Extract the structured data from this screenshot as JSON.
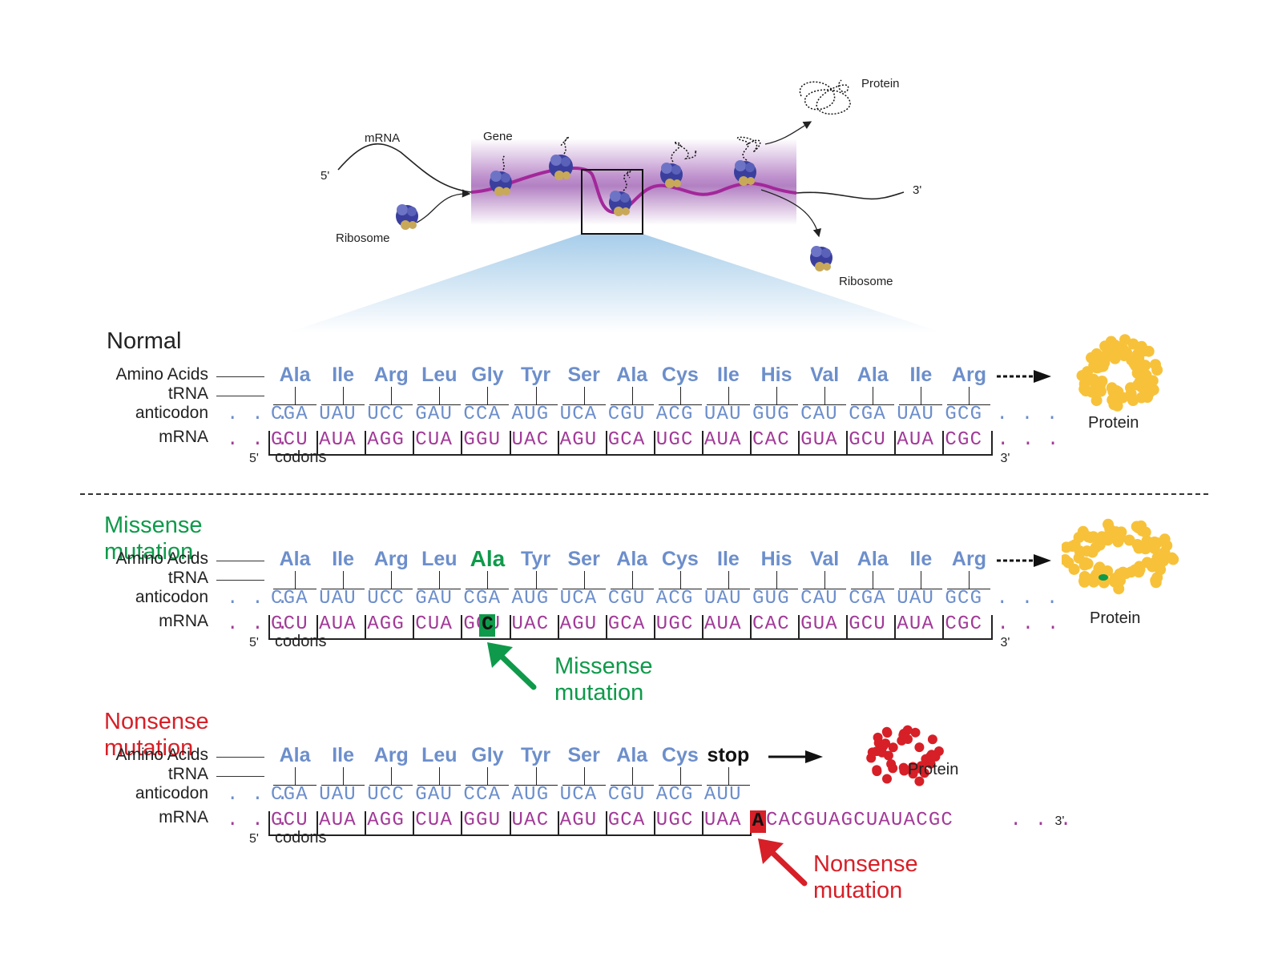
{
  "overview": {
    "labels": {
      "mrna": "mRNA",
      "gene": "Gene",
      "five_prime": "5'",
      "three_prime": "3'",
      "ribosome_in": "Ribosome",
      "ribosome_out": "Ribosome",
      "protein": "Protein"
    },
    "colors": {
      "mrna_strand": "#a3279a",
      "gene_band": "#a56ab8",
      "ribosome": "#3a3f9e",
      "zoom_cone": "#a7cdea"
    }
  },
  "row_labels": {
    "amino_acids": "Amino Acids",
    "trna": "tRNA",
    "anticodon": "anticodon",
    "mrna": "mRNA",
    "codons": "codons",
    "five_prime": "5'",
    "three_prime": "3'",
    "ellipsis": ". . ."
  },
  "sections": [
    {
      "id": "normal",
      "title": "Normal",
      "title_color": "#222222",
      "amino_acids": [
        "Ala",
        "Ile",
        "Arg",
        "Leu",
        "Gly",
        "Tyr",
        "Ser",
        "Ala",
        "Cys",
        "Ile",
        "His",
        "Val",
        "Ala",
        "Ile",
        "Arg"
      ],
      "anticodons": [
        "CGA",
        "UAU",
        "UCC",
        "GAU",
        "CCA",
        "AUG",
        "UCA",
        "CGU",
        "ACG",
        "UAU",
        "GUG",
        "CAU",
        "CGA",
        "UAU",
        "GCG"
      ],
      "codons": [
        "GCU",
        "AUA",
        "AGG",
        "CUA",
        "GGU",
        "UAC",
        "AGU",
        "GCA",
        "UGC",
        "AUA",
        "CAC",
        "GUA",
        "GCU",
        "AUA",
        "CGC"
      ],
      "protein_label": "Protein",
      "protein_color": "#f7c23a"
    },
    {
      "id": "missense",
      "title": "Missense mutation",
      "title_color": "#0e9a4a",
      "amino_acids": [
        "Ala",
        "Ile",
        "Arg",
        "Leu",
        "Ala",
        "Tyr",
        "Ser",
        "Ala",
        "Cys",
        "Ile",
        "His",
        "Val",
        "Ala",
        "Ile",
        "Arg"
      ],
      "mutated_amino_acid_index": 4,
      "anticodons": [
        "CGA",
        "UAU",
        "UCC",
        "GAU",
        "CGA",
        "AUG",
        "UCA",
        "CGU",
        "ACG",
        "UAU",
        "GUG",
        "CAU",
        "CGA",
        "UAU",
        "GCG"
      ],
      "codons": [
        "GCU",
        "AUA",
        "AGG",
        "CUA",
        "GCU",
        "UAC",
        "AGU",
        "GCA",
        "UGC",
        "AUA",
        "CAC",
        "GUA",
        "GCU",
        "AUA",
        "CGC"
      ],
      "mutated_base": "C",
      "mutation_color": "#0e9a4a",
      "callout": "Missense mutation",
      "protein_label": "Protein",
      "protein_color": "#f7c23a"
    },
    {
      "id": "nonsense",
      "title": "Nonsense mutation",
      "title_color": "#d71f27",
      "amino_acids": [
        "Ala",
        "Ile",
        "Arg",
        "Leu",
        "Gly",
        "Tyr",
        "Ser",
        "Ala",
        "Cys",
        "stop"
      ],
      "anticodons": [
        "CGA",
        "UAU",
        "UCC",
        "GAU",
        "CCA",
        "AUG",
        "UCA",
        "CGU",
        "ACG",
        "AUU"
      ],
      "codons": [
        "GCU",
        "AUA",
        "AGG",
        "CUA",
        "GGU",
        "UAC",
        "AGU",
        "GCA",
        "UGC",
        "UAA"
      ],
      "mutated_base": "A",
      "trailing_mrna": "CACGUAGCUAUACGC",
      "mutation_color": "#d71f27",
      "callout": "Nonsense mutation",
      "protein_label": "Protein",
      "protein_color": "#d71f27"
    }
  ]
}
